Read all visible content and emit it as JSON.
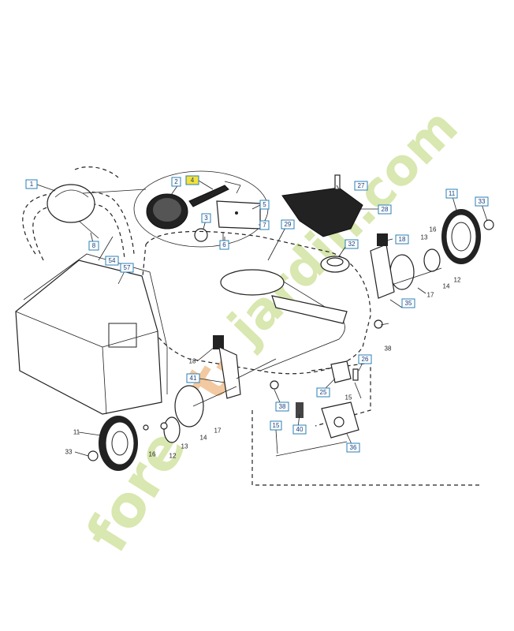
{
  "watermark": {
    "text_a": "fore",
    "text_b": "t-",
    "text_c": "jardin.com",
    "color_main": "#d9e7b0",
    "color_accent": "#f2c9a0"
  },
  "callouts": {
    "c1": "1",
    "c2": "2",
    "c3": "3",
    "c4": "4",
    "c5": "5",
    "c6": "6",
    "c7": "7",
    "c8": "8",
    "c11a": "11",
    "c11b": "11",
    "c12a": "12",
    "c12b": "12",
    "c13a": "13",
    "c13b": "13",
    "c14a": "14",
    "c14b": "14",
    "c15a": "15",
    "c15b": "15",
    "c16a": "16",
    "c16b": "16",
    "c17a": "17",
    "c17b": "17",
    "c18a": "18",
    "c18b": "18",
    "c25": "25",
    "c26": "26",
    "c27": "27",
    "c28": "28",
    "c29": "29",
    "c32": "32",
    "c33a": "33",
    "c33b": "33",
    "c35": "35",
    "c36": "36",
    "c38a": "38",
    "c38b": "38",
    "c40": "40",
    "c41": "41",
    "c54": "54",
    "c57": "57"
  },
  "highlight_color": "#f4e23a",
  "callout_border_color": "#2a7fb4"
}
